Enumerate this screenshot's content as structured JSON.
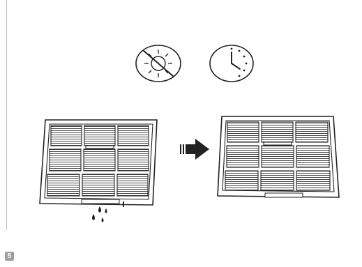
{
  "step": {
    "number": "5"
  },
  "icons": [
    {
      "name": "no-sunlight-icon"
    },
    {
      "name": "clock-icon"
    }
  ],
  "illustration": {
    "wet_filter": "wet-filter-with-drips",
    "arrow": "right-arrow-icon",
    "dry_filter": "dry-filter"
  },
  "colors": {
    "line": "#222222",
    "badge": "#9e9e9e",
    "rule": "#bdbdbd"
  }
}
